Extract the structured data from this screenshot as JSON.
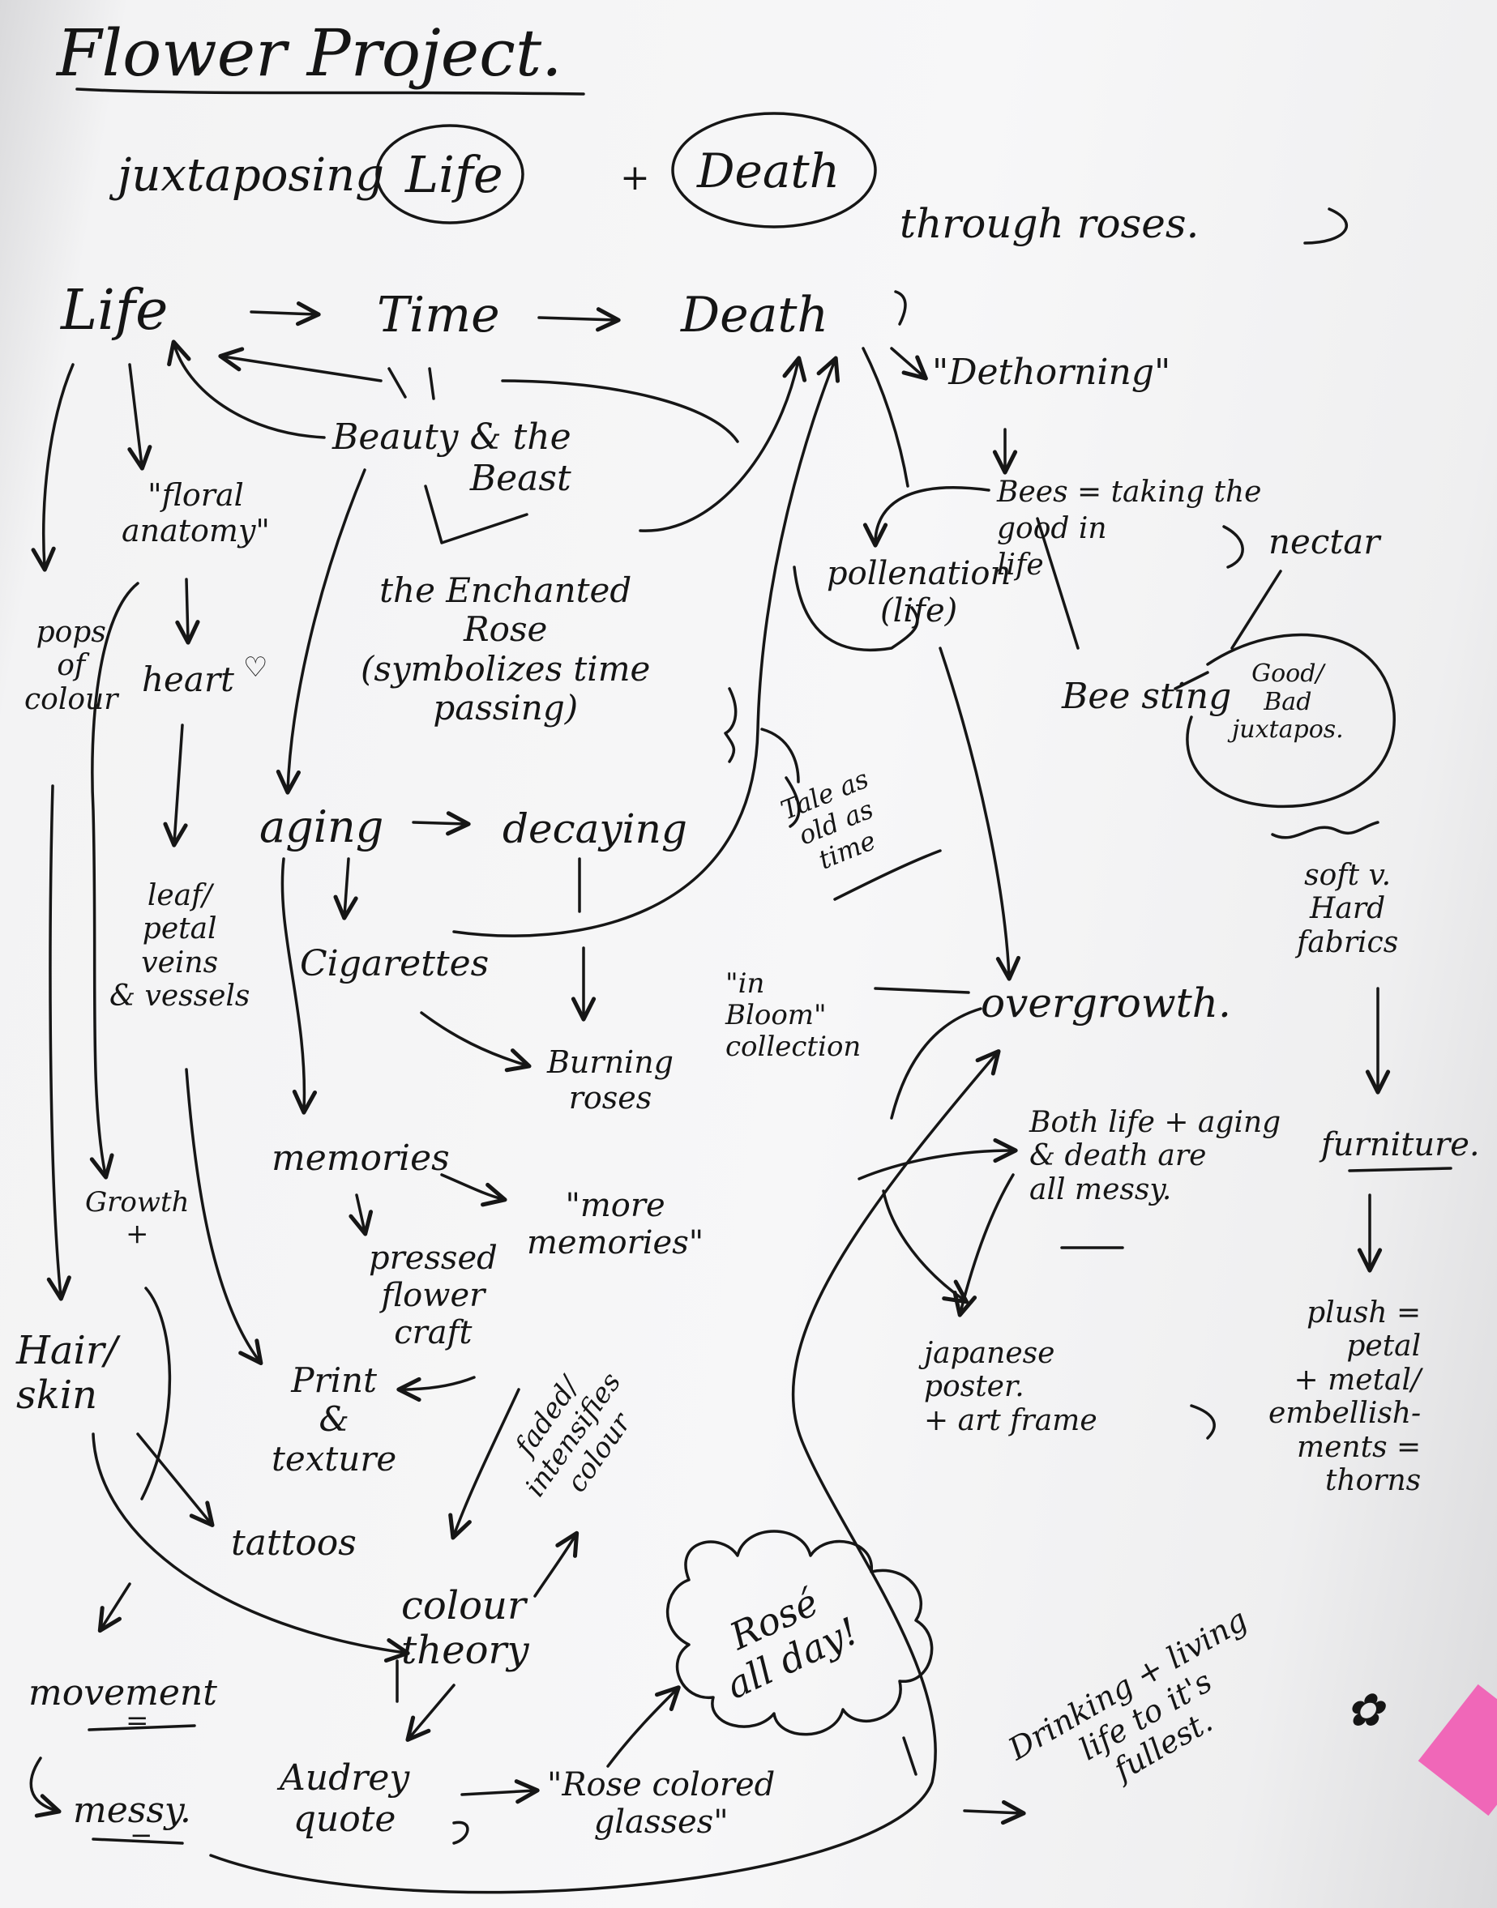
{
  "title": "Flower Project.",
  "subtitle": {
    "lead": "juxtaposing",
    "life": "Life",
    "plus": "+",
    "death": "Death",
    "tail": "through roses."
  },
  "nodes": {
    "life": "Life",
    "time": "Time",
    "death": "Death",
    "beauty_beast": "Beauty & the\nBeast",
    "dethorning": "\"Dethorning\"",
    "enchanted_rose": "the Enchanted\nRose\n(symbolizes time\npassing)",
    "floral_anatomy": "\"floral\nanatomy\"",
    "heart": "heart",
    "heart_symbol": "♡",
    "pops_of_colour": "pops\nof\ncolour",
    "leaf_petal": "leaf/\npetal\nveins\n& vessels",
    "aging": "aging",
    "decaying": "decaying",
    "tale_as_old": "Tale as\nold as\ntime",
    "cigarettes": "Cigarettes",
    "burning_roses": "Burning\nroses",
    "in_bloom": "\"in\nBloom\"\ncollection",
    "overgrowth": "overgrowth.",
    "bees": "Bees = taking the\ngood in\nlife",
    "nectar": "nectar",
    "pollenation": "pollenation\n(life)",
    "bee_sting": "Bee sting",
    "good_bad": "Good/\nBad\njuxtapos.",
    "soft_hard": "soft v.\nHard\nfabrics",
    "furniture": "furniture.",
    "plush": "plush =\npetal\n+ metal/\nembellish-\nments =\nthorns",
    "memories": "memories",
    "more_memories": "\"more\nmemories\"",
    "pressed_flower": "pressed\nflower\ncraft",
    "both_life": "Both life + aging\n& death are\nall messy.",
    "japanese_poster": "japanese\nposter.\n+ art frame",
    "growth": "Growth\n+",
    "hair_skin": "Hair/\nskin",
    "print_texture": "Print\n&\ntexture",
    "tattoos": "tattoos",
    "faded_colour": "faded/\nintensifies\ncolour",
    "colour_theory": "colour\ntheory",
    "rose_all_day": "Rosé\nall day!",
    "movement": "movement",
    "messy": "messy.",
    "audrey": "Audrey\nquote",
    "rose_glasses": "\"Rose colored\nglasses\"",
    "drinking": "Drinking + living\nlife to it's\nfullest.",
    "flower_doodle": "✿",
    "equal_mark_1": "=",
    "equal_mark_2": "="
  }
}
